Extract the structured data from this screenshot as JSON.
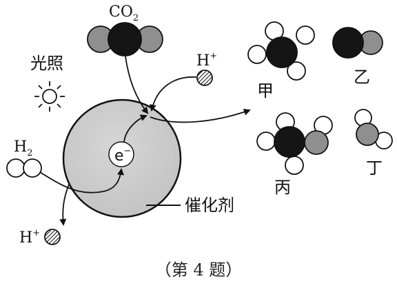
{
  "molecule_co2": {
    "label": "CO",
    "subscript": "2"
  },
  "light": {
    "label": "光照"
  },
  "hydrogen": {
    "label": "H",
    "subscript": "2"
  },
  "proton_top": {
    "label": "H",
    "superscript": "+"
  },
  "proton_bottom": {
    "label": "H",
    "superscript": "+"
  },
  "electron": {
    "label": "e",
    "superscript": "−"
  },
  "catalyst": {
    "label": "催化剂"
  },
  "products": [
    {
      "label": "甲"
    },
    {
      "label": "乙"
    },
    {
      "label": "丙"
    },
    {
      "label": "丁"
    }
  ],
  "caption": "（第 4 题）"
}
